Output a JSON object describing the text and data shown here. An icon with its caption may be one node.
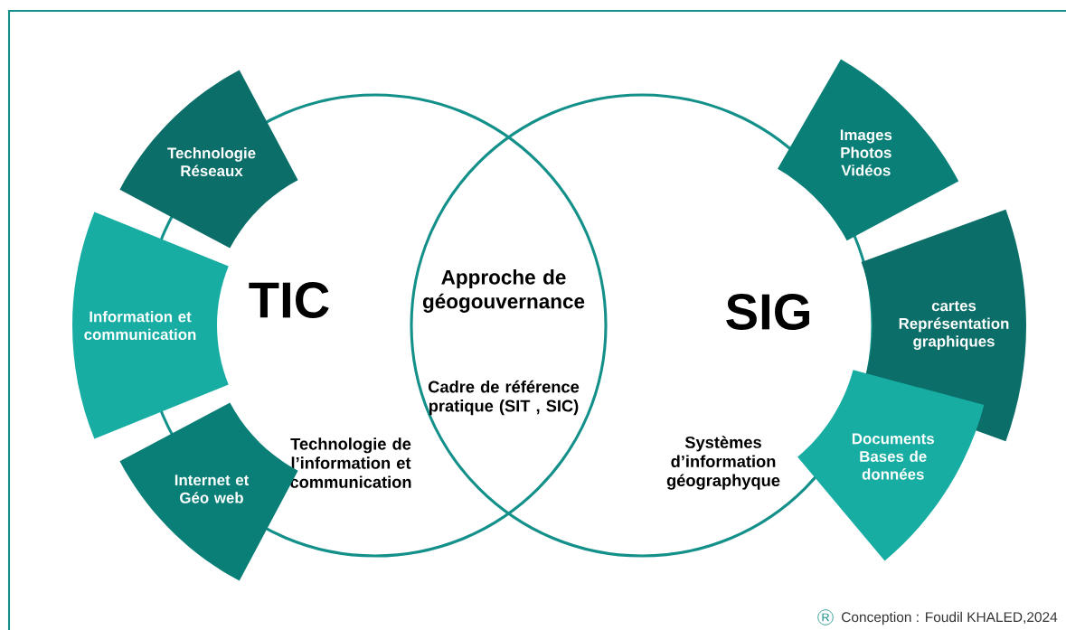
{
  "diagram": {
    "nodes": [
      {
        "text": [
          "TIC",
          "Technologie de l’information et communication"
        ]
      },
      {
        "text": [
          "SIG",
          "Systèmes d’information géographyque"
        ]
      },
      {
        "text": [
          "Technologie Réseaux"
        ]
      },
      {
        "text": [
          "Information et communication"
        ]
      },
      {
        "text": [
          "Internet et Géo web"
        ]
      },
      {
        "text": [
          "Images Photos Vidéos"
        ]
      },
      {
        "text": [
          "cartes Représentation graphiques"
        ]
      },
      {
        "text": [
          "Documents Bases de données"
        ]
      }
    ],
    "labels": [
      "Approche de géogouvernance",
      "Cadre de référence pratique (SIT , SIC)",
      "R",
      "Conception : Foudil KHALED,2024"
    ]
  }
}
